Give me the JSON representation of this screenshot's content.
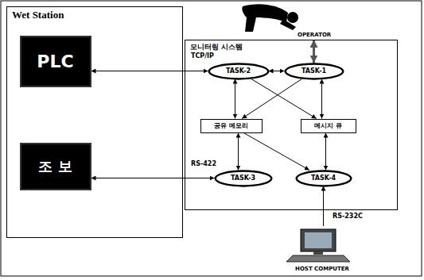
{
  "diagram": {
    "nodes": [
      {
        "text": [
          "Wet Station"
        ]
      },
      {
        "text": [
          "PLC"
        ],
        "in": 0
      },
      {
        "text": [
          "조 보"
        ],
        "in": 0
      },
      {
        "text": [
          "OPERATOR"
        ]
      },
      {
        "text": [
          "모니터링 시스템"
        ]
      },
      {
        "text": [
          "TASK-2"
        ],
        "in": 4
      },
      {
        "text": [
          "TASK-1"
        ],
        "in": 4
      },
      {
        "text": [
          "공유 메모리"
        ],
        "in": 4
      },
      {
        "text": [
          "메시지 큐"
        ],
        "in": 4
      },
      {
        "text": [
          "TASK-3"
        ],
        "in": 4
      },
      {
        "text": [
          "TASK-4"
        ],
        "in": 4
      },
      {
        "text": [
          "HOST COMPUTER"
        ]
      }
    ],
    "edges": [
      {
        "from": 1,
        "to": 5,
        "label": "TCP/IP",
        "arrow": "both"
      },
      {
        "from": 2,
        "to": 9,
        "label": "RS-422",
        "arrow": "both"
      },
      {
        "from": 3,
        "to": 6,
        "arrow": "both"
      },
      {
        "from": 5,
        "to": 6,
        "arrow": "both"
      },
      {
        "from": 5,
        "to": 7,
        "arrow": "both"
      },
      {
        "from": 6,
        "to": 8,
        "arrow": "both"
      },
      {
        "from": 5,
        "to": 8,
        "arrow": "to"
      },
      {
        "from": 6,
        "to": 7,
        "arrow": "to"
      },
      {
        "from": 7,
        "to": 9,
        "arrow": "both"
      },
      {
        "from": 8,
        "to": 10,
        "arrow": "both"
      },
      {
        "from": 7,
        "to": 10,
        "arrow": "to"
      },
      {
        "from": 11,
        "to": 10,
        "label": "RS-232C",
        "arrow": "to"
      }
    ]
  }
}
